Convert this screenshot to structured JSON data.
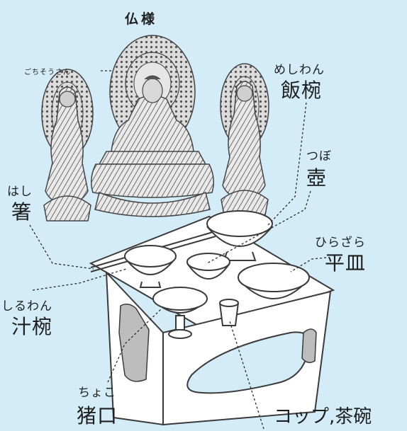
{
  "title": "仏様",
  "offering_note": "ごちそうさん",
  "items": {
    "meshiwan": {
      "reading": "めしわん",
      "name": "飯椀"
    },
    "tsubo": {
      "reading": "つぼ",
      "name": "壺"
    },
    "hashi": {
      "reading": "はし",
      "name": "箸"
    },
    "hirazara": {
      "reading": "ひらざら",
      "name": "平皿"
    },
    "shiruwan": {
      "reading": "しるわん",
      "name": "汁椀"
    },
    "choko": {
      "reading": "ちょこ",
      "name": "猪口"
    },
    "cup": {
      "name": "コップ,茶碗"
    }
  },
  "colors": {
    "background": "#d3ecf7",
    "line": "#2a2a2a",
    "statue": "#7d7d7d",
    "table": "#ffffff"
  }
}
